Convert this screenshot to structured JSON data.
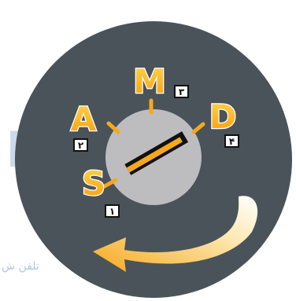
{
  "modes": [
    {
      "letter": "S",
      "number": "۱"
    },
    {
      "letter": "A",
      "number": "۲"
    },
    {
      "letter": "M",
      "number": "۳"
    },
    {
      "letter": "D",
      "number": "۴"
    }
  ],
  "watermark": {
    "text": "تلفن ش"
  },
  "colors": {
    "dial_background": "#4a535a",
    "hub": "#bdbdc0",
    "accent": "#f5a81c",
    "accent_light": "#ffd24d",
    "watermark": "#2f74c0"
  }
}
